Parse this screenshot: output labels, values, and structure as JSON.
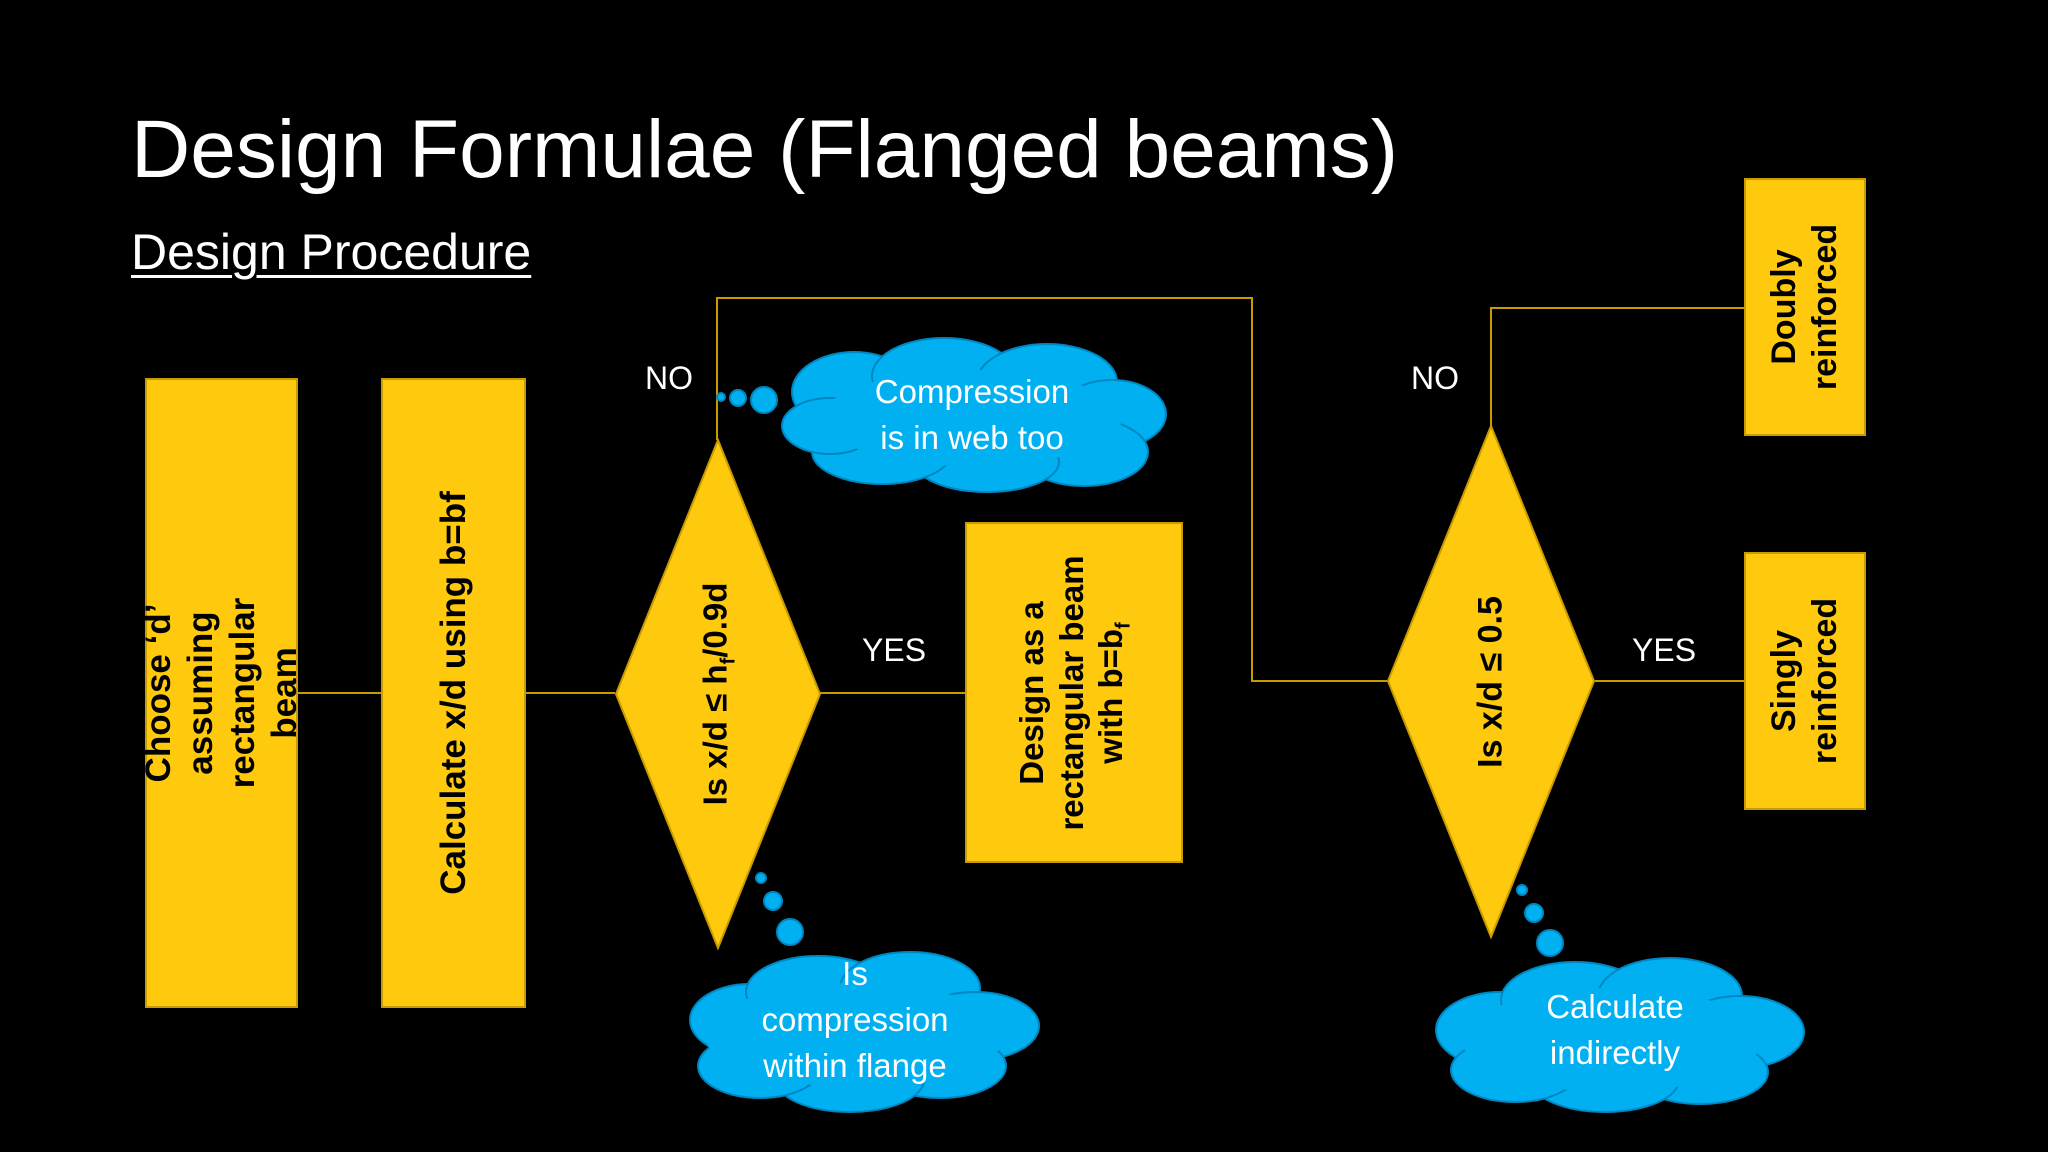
{
  "slide": {
    "title": "Design Formulae (Flanged beams)",
    "subtitle": "Design Procedure"
  },
  "colors": {
    "background": "#000000",
    "box": "#ffc90e",
    "cloud": "#00b0f0",
    "connector": "#c89b00"
  },
  "steps": {
    "choose_d": "Choose ‘d’ assuming rectangular\nbeam",
    "calc_xd": "Calculate x/d using b=bf",
    "decision1_prefix": "Is x/d ≤ h",
    "decision1_sub": "f",
    "decision1_suffix": "/0.9d",
    "rect_line1": "Design as a",
    "rect_line2": "rectangular beam",
    "rect_line3_prefix": "with b=b",
    "rect_line3_sub": "f",
    "decision2": "Is x/d ≤ 0.5",
    "doubly": "Doubly\nreinforced",
    "singly": "Singly\nreinforced"
  },
  "edges": {
    "no1": "NO",
    "yes1": "YES",
    "no2": "NO",
    "yes2": "YES"
  },
  "clouds": {
    "web": "Compression\nis in web too",
    "flange": "Is\ncompression\nwithin flange",
    "indirect": "Calculate\nindirectly"
  }
}
